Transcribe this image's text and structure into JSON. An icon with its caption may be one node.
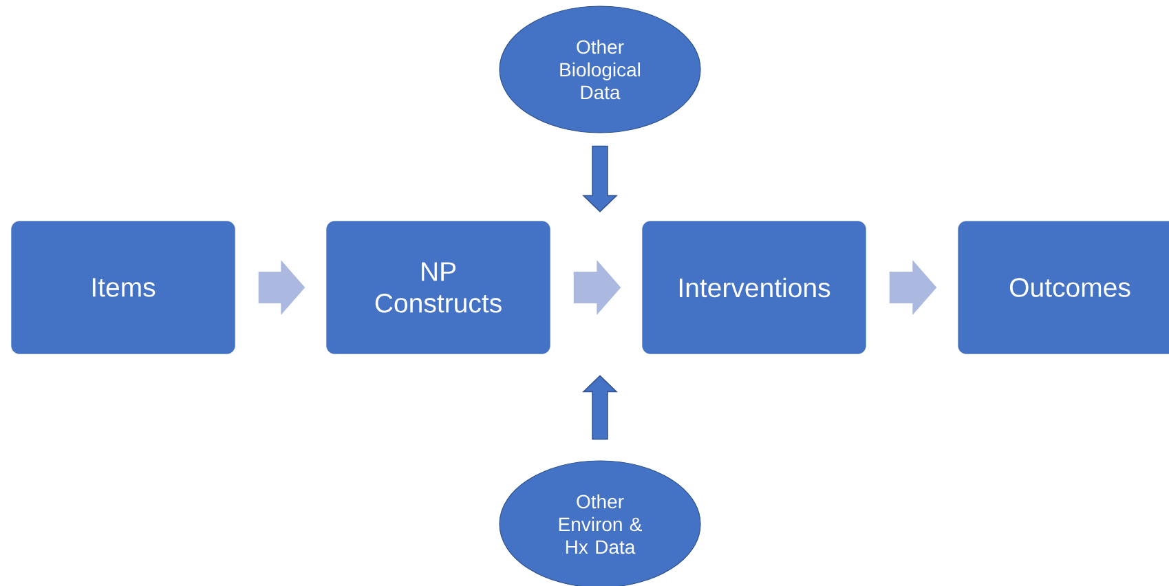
{
  "diagram": {
    "nodes": [
      {
        "text": [
          "Items"
        ]
      },
      {
        "text": [
          "NP Constructs"
        ]
      },
      {
        "text": [
          "Interventions"
        ]
      },
      {
        "text": [
          "Outcomes"
        ]
      },
      {
        "text": [
          "Other Biological Data"
        ]
      },
      {
        "text": [
          "Other Environ & Hx Data"
        ]
      }
    ],
    "edges": [
      {
        "from": 0,
        "to": 1,
        "arrow": "to"
      },
      {
        "from": 1,
        "to": 2,
        "arrow": "to"
      },
      {
        "from": 2,
        "to": 3,
        "arrow": "to"
      },
      {
        "from": 4,
        "to": null,
        "arrow": "to",
        "color": "#4472c4"
      },
      {
        "from": 5,
        "to": null,
        "arrow": "to",
        "color": "#4472c4"
      }
    ]
  }
}
